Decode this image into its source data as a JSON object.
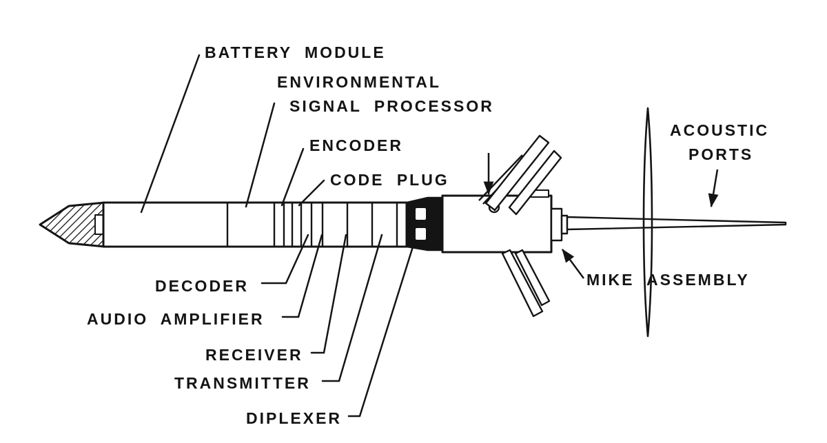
{
  "figure": {
    "type": "technical-cutaway-diagram",
    "colors": {
      "ink": "#141414",
      "background": "#ffffff"
    },
    "labels": {
      "battery_module": "BATTERY MODULE",
      "environmental_signal_processor_line1": "ENVIRONMENTAL",
      "environmental_signal_processor_line2": "SIGNAL PROCESSOR",
      "encoder": "ENCODER",
      "code_plug": "CODE PLUG",
      "acoustic_ports_line1": "ACOUSTIC",
      "acoustic_ports_line2": "PORTS",
      "mike_assembly": "MIKE ASSEMBLY",
      "decoder": "DECODER",
      "audio_amplifier": "AUDIO AMPLIFIER",
      "receiver": "RECEIVER",
      "transmitter": "TRANSMITTER",
      "diplexer": "DIPLEXER"
    }
  }
}
